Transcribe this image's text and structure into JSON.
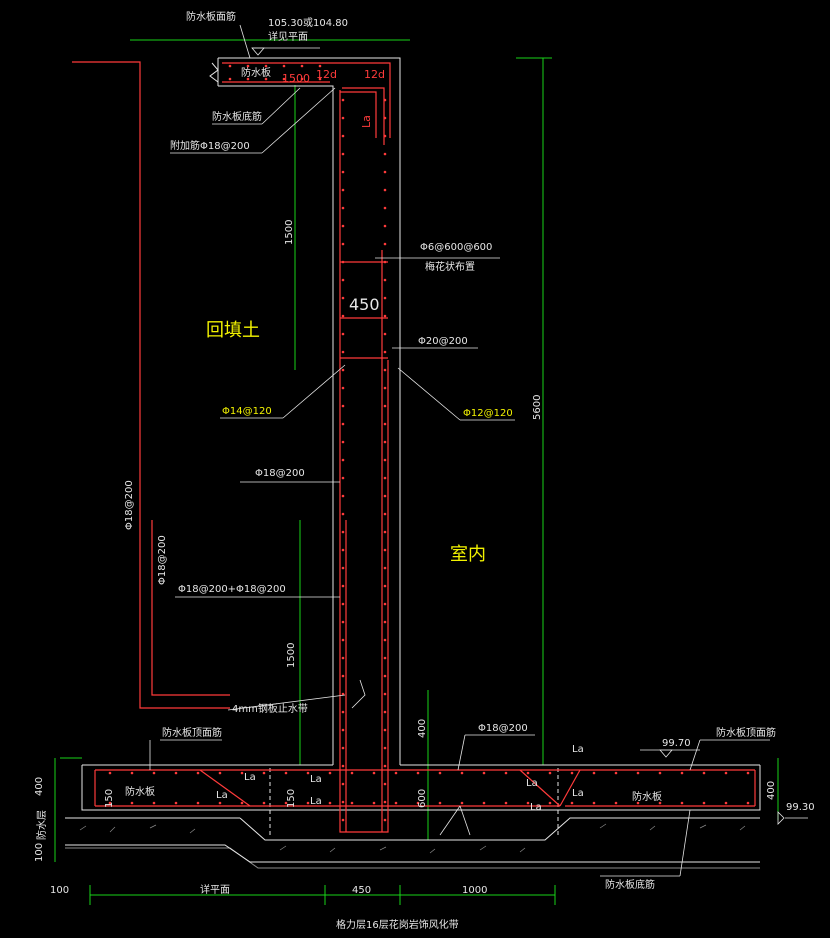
{
  "colors": {
    "background": "#000000",
    "outline": "#e6e6e6",
    "rebar": "#ff3b3b",
    "dimension": "#19d219",
    "label": "#f2f200",
    "note": "#e6e6e6"
  },
  "labels": {
    "top_face_rebar": "防水板面筋",
    "elevation_top": "105.30或104.80",
    "see_plan": "详见平面",
    "slab_top": "防水板",
    "dim_1500_red": "1500",
    "anchor_12d_a": "12d",
    "anchor_12d_b": "12d",
    "la_top": "La",
    "bottom_rebar_top": "防水板底筋",
    "add_bar": "附加筋Φ18@200",
    "tie_bar": "Φ6@600@600",
    "tie_layout": "梅花状布置",
    "wall_thickness": "450",
    "backfill": "回填土",
    "bar_20": "Φ20@200",
    "bar_14": "Φ14@120",
    "bar_12": "Φ12@120",
    "bar_18": "Φ18@200",
    "dim_5600": "5600",
    "left_bar_a": "Φ18@200",
    "left_bar_b": "Φ18@200",
    "indoor": "室内",
    "bar_combo": "Φ18@200+Φ18@200",
    "dim_1500_upper": "1500",
    "dim_1500_lower": "1500",
    "waterstop": "4mm钢板止水带",
    "slab_top_face_left": "防水板顶面筋",
    "bar_18_base": "Φ18@200",
    "slab_top_face_right": "防水板顶面筋",
    "elev_9970": "99.70",
    "elev_9930": "99.30",
    "dim_400_wall": "400",
    "dim_400_left": "400",
    "dim_400_right": "400",
    "dim_150_a": "150",
    "dim_150_b": "150",
    "dim_600": "600",
    "la_1": "La",
    "la_2": "La",
    "la_3": "La",
    "la_4": "La",
    "la_5": "La",
    "la_6": "La",
    "la_7": "La",
    "la_8": "La",
    "slab_left": "防水板",
    "slab_right": "防水板",
    "slab_bottom_rebar": "防水板底筋",
    "waterproof_layer": "防水层",
    "dim_100_left": "100",
    "dim_100_bottom": "100",
    "see_plan_bottom": "详平面",
    "dim_450_bottom": "450",
    "dim_1000_bottom": "1000",
    "caption": "格力层16层花岗岩饰风化带"
  }
}
